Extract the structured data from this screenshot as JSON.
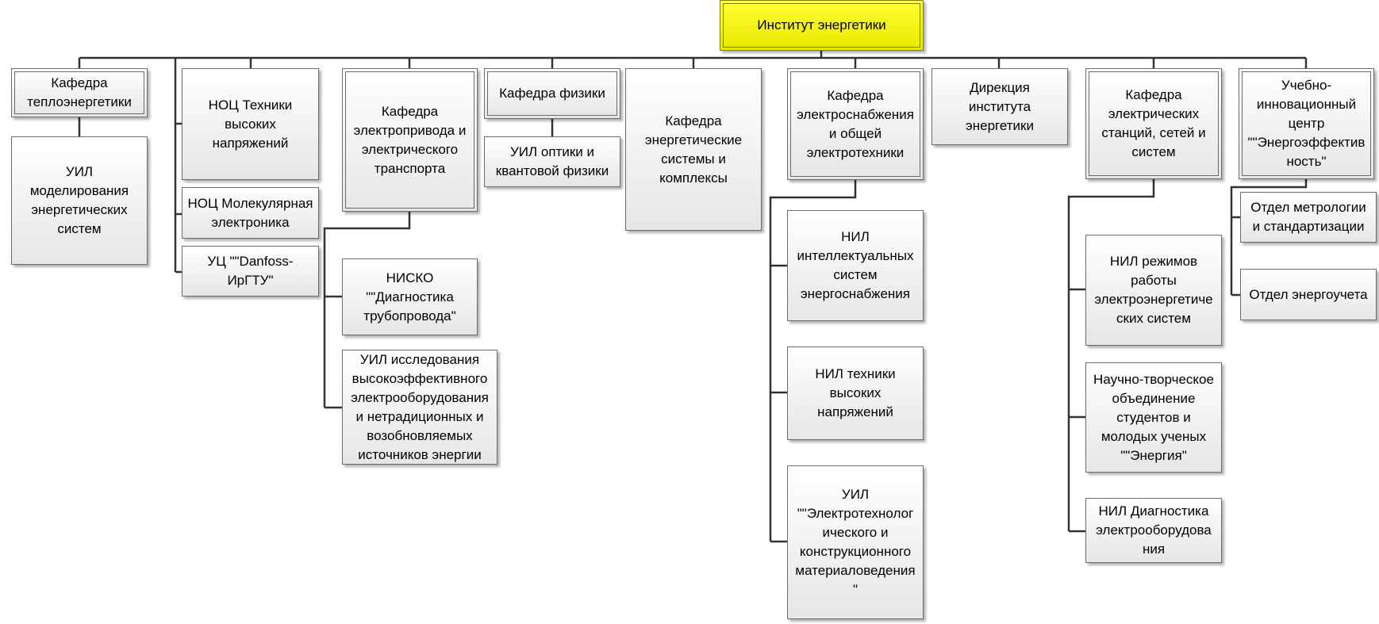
{
  "org_chart": {
    "root": "Институт энергетики",
    "departments": {
      "heat": "Кафедра\nтеплоэнергетики",
      "noc_hv": "НОЦ Техники\nвысоких\nнапряжений",
      "noc_mol": "НОЦ Молекулярная\nэлектроника",
      "uc_danfoss": "УЦ \"\"Danfoss-\nИрГТУ\"",
      "drive": "Кафедра\nэлектропривода и\nэлектрического\nтранспорта",
      "physics": "Кафедра физики",
      "energy_sys": "Кафедра\nэнергетические\nсистемы и\nкомплексы",
      "supply": "Кафедра\nэлектроснабжения\nи общей\nэлектротехники",
      "directorate": "Дирекция\nинститута\nэнергетики",
      "stations": "Кафедра\nэлектрических\nстанций, сетей и\nсистем",
      "innov": "Учебно-\nинновационный\nцентр\n\"\"Энергоэффектив\nность\""
    },
    "units": {
      "uil_model": "УИЛ\nмоделирования\nэнергетических\nсистем",
      "nisko": "НИСКО\n\"\"Диагностика\nтрубопровода\"",
      "uil_research": "УИЛ исследования\nвысокоэффективного\nэлектрооборудования\nи нетрадиционных и\nвозобновляемых\nисточников энергии",
      "uil_optics": "УИЛ оптики и\nквантовой физики",
      "nil_intel": "НИЛ\nинтеллектуальных\nсистем\nэнергоснабжения",
      "nil_hv": "НИЛ техники\nвысоких\nнапряжений",
      "uil_electro": "УИЛ\n\"\"Электротехнолог\nического и\nконструкционного\nматериаловедения\n\"",
      "nil_modes": "НИЛ режимов\nработы\nэлектроэнергетиче\nских систем",
      "nto": "Научно-творческое\nобъединение\nстудентов и\nмолодых ученых\n\"\"Энергия\"",
      "nil_diag": "НИЛ Диагностика\nэлектрооборудова\nния",
      "metrology": "Отдел метрологии\nи стандартизации",
      "energy_acc": "Отдел энергоучета"
    }
  },
  "colors": {
    "root_fill": "#f0f000",
    "line": "#333333",
    "node_border": "#6b6b6b"
  }
}
